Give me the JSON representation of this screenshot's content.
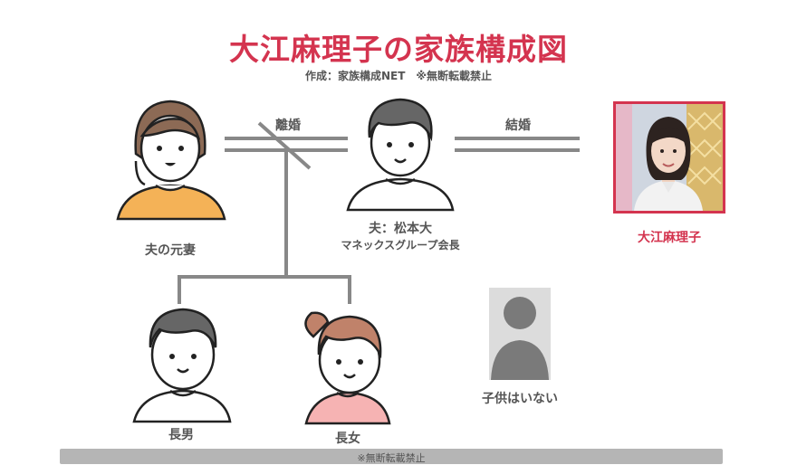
{
  "header": {
    "title": "大江麻理子の家族構成図",
    "subtitle": "作成：家族構成NET　※無断転載禁止"
  },
  "relations": {
    "divorce": "離婚",
    "marriage": "結婚"
  },
  "people": {
    "ex_wife": "夫の元妻",
    "husband_line1": "夫：松本大",
    "husband_line2": "マネックスグループ会長",
    "subject": "大江麻理子",
    "son": "長男",
    "daughter": "長女",
    "no_children": "子供はいない"
  },
  "footer": {
    "notice": "※無断転載禁止"
  },
  "colors": {
    "accent": "#d4344f",
    "line": "#888888",
    "skin": "#ffffff",
    "outline": "#222222",
    "hair_ex_wife": "#8c6a55",
    "hair_husband": "#666666",
    "hair_son": "#666666",
    "hair_daughter": "#c0826a",
    "shirt_ex_wife": "#f4b257",
    "shirt_daughter": "#f6b3b3",
    "silhouette": "#7a7a7a"
  }
}
